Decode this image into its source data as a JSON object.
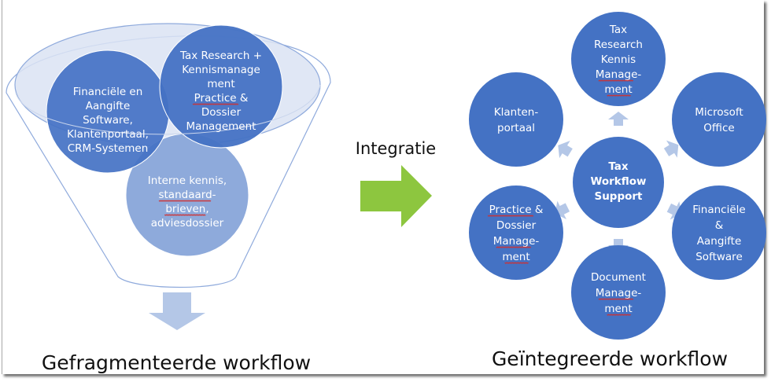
{
  "colors": {
    "circle_dark": "#4472c4",
    "circle_light": "#8eaadb",
    "funnel_fill": "#dae3f3",
    "funnel_stroke": "#8faadc",
    "small_arrow": "#b4c7e7",
    "integration_arrow": "#8dc63f",
    "text_dark": "#111111",
    "text_light": "#ffffff",
    "spellcheck": "#d03030"
  },
  "left": {
    "caption": "Gefragmenteerde workflow",
    "circles": [
      {
        "id": "financial",
        "lines": [
          "Financiële en",
          "Aangifte",
          "Software,",
          "Klantenportaal,",
          "CRM-Systemen"
        ]
      },
      {
        "id": "tax-research",
        "lines": [
          "Tax Research +",
          "Kennismanage",
          "ment",
          "Practice &",
          "Dossier",
          "Management"
        ],
        "underlined_words": [
          "Practice"
        ]
      },
      {
        "id": "internal",
        "lines": [
          "Interne kennis,",
          "standaard-",
          "brieven,",
          "adviesdossier"
        ],
        "underlined_words": [
          "standaard-",
          "brieven,"
        ]
      }
    ],
    "arrow_icon": "down-arrow"
  },
  "middle": {
    "label": "Integratie",
    "arrow_icon": "right-arrow"
  },
  "right": {
    "caption": "Geïntegreerde workflow",
    "center": {
      "lines": [
        "Tax",
        "Workflow",
        "Support"
      ]
    },
    "nodes": [
      {
        "id": "tax-research-kennis",
        "lines": [
          "Tax",
          "Research",
          "Kennis",
          "Manage-",
          "ment"
        ]
      },
      {
        "id": "microsoft-office",
        "lines": [
          "Microsoft",
          "Office"
        ]
      },
      {
        "id": "financiele-aangifte",
        "lines": [
          "Financiële",
          "&",
          "Aangifte",
          "Software"
        ]
      },
      {
        "id": "document-management",
        "lines": [
          "Document",
          "Manage-",
          "ment"
        ]
      },
      {
        "id": "practice-dossier",
        "lines": [
          "Practice &",
          "Dossier",
          "Manage-",
          "ment"
        ]
      },
      {
        "id": "klantenportaal",
        "lines": [
          "Klanten-",
          "portaal"
        ]
      }
    ]
  }
}
